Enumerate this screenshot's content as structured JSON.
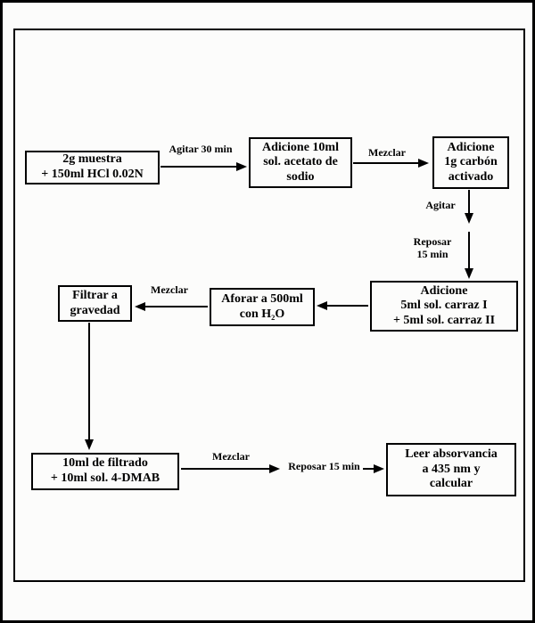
{
  "colors": {
    "ink": "#000000",
    "background": "#fcfcfb"
  },
  "nodes": [
    {
      "id": "muestra",
      "text": "2g muestra\n+ 150ml HCl 0.02N"
    },
    {
      "id": "acetato",
      "text": "Adicione 10ml\nsol. acetato de\nsodio"
    },
    {
      "id": "carbon",
      "text": "Adicione\n1g carbón\nactivado"
    },
    {
      "id": "carraz",
      "text": "Adicione\n5ml sol. carraz I\n+ 5ml sol. carraz II"
    },
    {
      "id": "aforar",
      "text": "Aforar a 500ml\ncon H₂O"
    },
    {
      "id": "filtrar",
      "text": "Filtrar a\ngravedad"
    },
    {
      "id": "filtrado",
      "text": "10ml de filtrado\n+ 10ml sol. 4-DMAB"
    },
    {
      "id": "leer",
      "text": "Leer absorvancia\na 435 nm y\ncalcular"
    }
  ],
  "edge_labels": [
    {
      "id": "agitar30",
      "text": "Agitar 30 min"
    },
    {
      "id": "mezclar1",
      "text": "Mezclar"
    },
    {
      "id": "agitar",
      "text": "Agitar"
    },
    {
      "id": "reposar15a",
      "text": "Reposar\n15 min"
    },
    {
      "id": "mezclar2",
      "text": "Mezclar"
    },
    {
      "id": "mezclar3",
      "text": "Mezclar"
    },
    {
      "id": "reposar15b",
      "text": "Reposar 15 min"
    }
  ]
}
